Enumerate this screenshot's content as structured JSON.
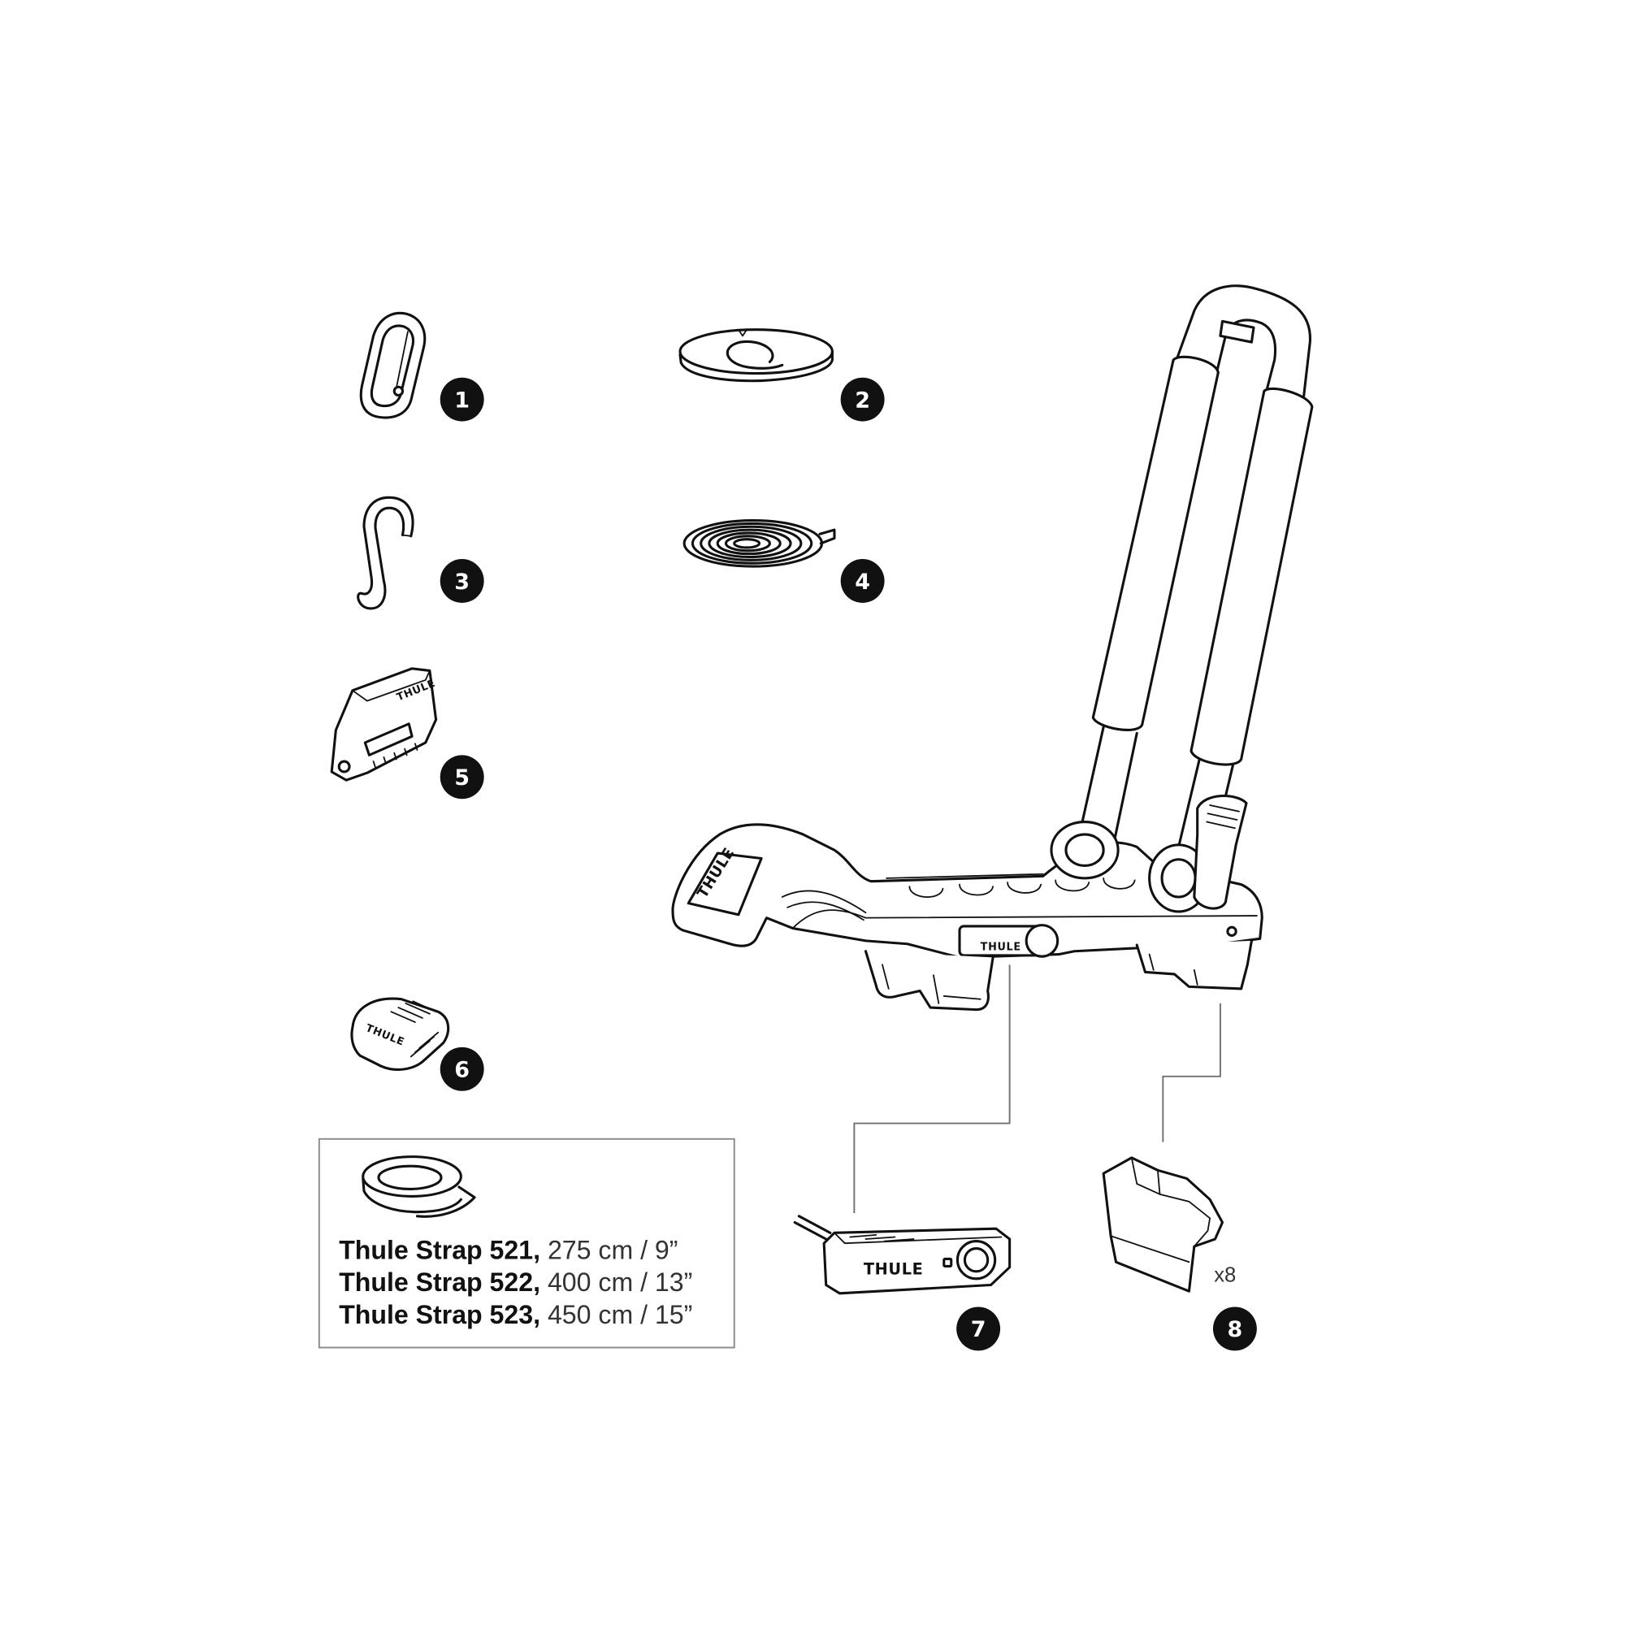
{
  "callouts": [
    "1",
    "2",
    "3",
    "4",
    "5",
    "6",
    "7",
    "8"
  ],
  "quantity": "x8",
  "logo_text": "THULE",
  "straps": [
    {
      "model": "Thule Strap 521,",
      "length": "275 cm / 9”"
    },
    {
      "model": "Thule Strap 522,",
      "length": "400 cm / 13”"
    },
    {
      "model": "Thule Strap 523,",
      "length": "450 cm / 15”"
    }
  ],
  "colors": {
    "ink": "#111111",
    "frame": "#8a8a8a",
    "badge": "#111111",
    "badge_text": "#ffffff"
  }
}
